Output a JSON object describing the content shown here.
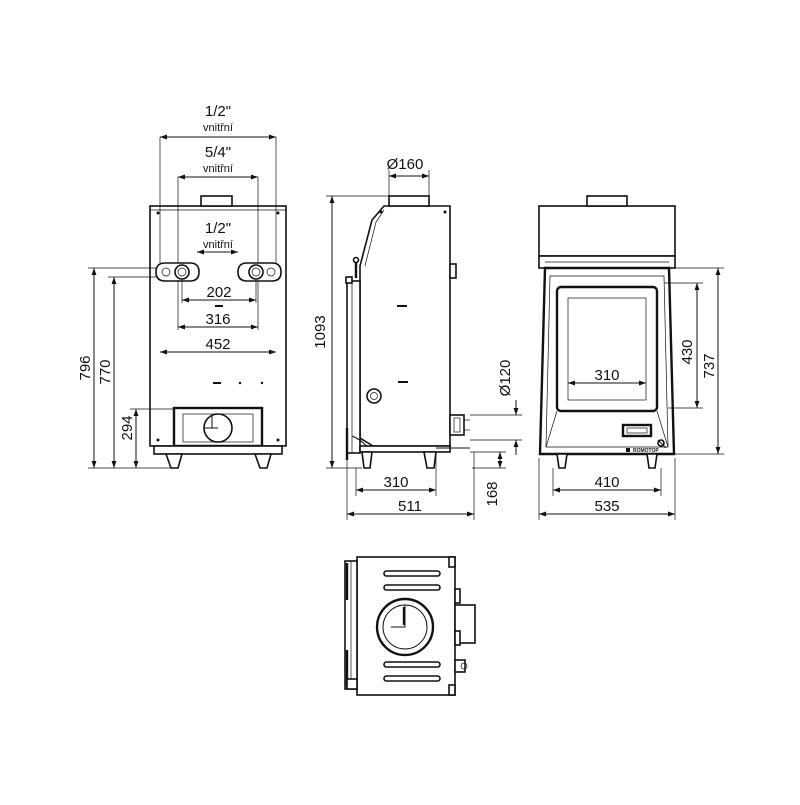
{
  "views": {
    "rear": {
      "dims": {
        "top_pipe_label": "1/2\"",
        "top_pipe_note": "vnitřní",
        "mid_pipe_label": "5/4\"",
        "mid_pipe_note": "vnitřní",
        "inner_pipe_label": "1/2\"",
        "inner_pipe_note": "vnitřní",
        "w202": "202",
        "w316": "316",
        "w452": "452",
        "h796": "796",
        "h770": "770",
        "h294": "294"
      }
    },
    "side": {
      "dims": {
        "d160": "Ø160",
        "h1093": "1093",
        "d120": "Ø120",
        "w310": "310",
        "w511": "511",
        "h168": "168"
      }
    },
    "front": {
      "dims": {
        "w310": "310",
        "h430": "430",
        "h737": "737",
        "w410": "410",
        "w535": "535"
      },
      "brand_text": "ROMOTOP"
    },
    "top": {}
  },
  "colors": {
    "line": "#111111",
    "background": "#ffffff"
  }
}
